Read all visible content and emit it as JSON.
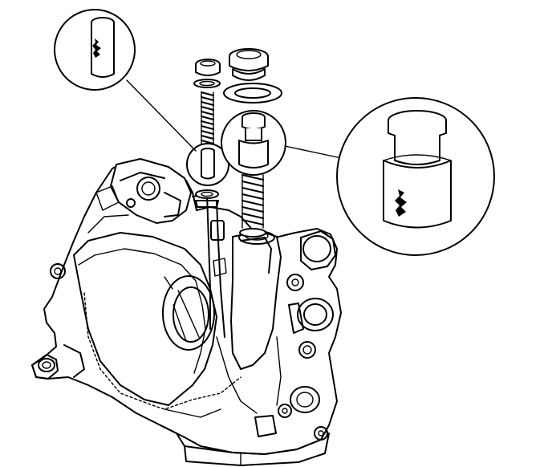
{
  "diagram": {
    "kind": "exploded-assembly-illustration",
    "line_color": "#000000",
    "background": "#ffffff",
    "parts": [
      "housing",
      "small-valve-cap",
      "small-valve-washer",
      "small-valve-spring",
      "small-valve-plunger",
      "large-valve-cap",
      "large-valve-washer",
      "large-valve-plunger",
      "large-valve-spring"
    ],
    "callouts": [
      {
        "id": "left-detail",
        "shows": "small-valve-plunger",
        "damage_mark": true
      },
      {
        "id": "right-detail",
        "shows": "large-valve-plunger",
        "damage_mark": true
      }
    ]
  }
}
